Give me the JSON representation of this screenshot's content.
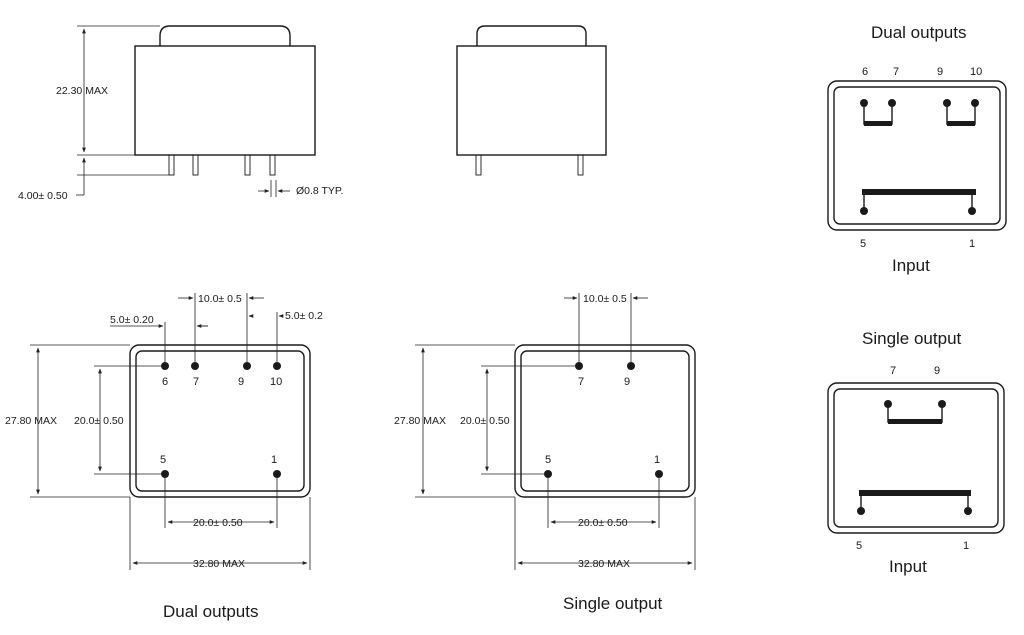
{
  "side_view": {
    "height_label": "22.30 MAX",
    "pin_length_label": "4.00± 0.50",
    "pin_diameter_label": "Ø0.8 TYP."
  },
  "dual_footprint": {
    "dim_10": "10.0± 0.5",
    "dim_5_left": "5.0± 0.20",
    "dim_5_right": "5.0± 0.2",
    "dim_height": "27.80 MAX",
    "dim_inner_height": "20.0± 0.50",
    "dim_pin_span": "20.0± 0.50",
    "dim_width": "32.80 MAX",
    "pins": [
      "6",
      "7",
      "9",
      "10",
      "5",
      "1"
    ],
    "caption": "Dual outputs"
  },
  "single_footprint": {
    "dim_10": "10.0± 0.5",
    "dim_height": "27.80 MAX",
    "dim_inner_height": "20.0± 0.50",
    "dim_pin_span": "20.0± 0.50",
    "dim_width": "32.80 MAX",
    "pins": [
      "7",
      "9",
      "5",
      "1"
    ],
    "caption": "Single output"
  },
  "dual_schematic": {
    "title": "Dual outputs",
    "top_pins": [
      "6",
      "7",
      "9",
      "10"
    ],
    "bottom_pins": [
      "5",
      "1"
    ],
    "label": "Input"
  },
  "single_schematic": {
    "title": "Single output",
    "top_pins": [
      "7",
      "9"
    ],
    "bottom_pins": [
      "5",
      "1"
    ],
    "label": "Input"
  }
}
